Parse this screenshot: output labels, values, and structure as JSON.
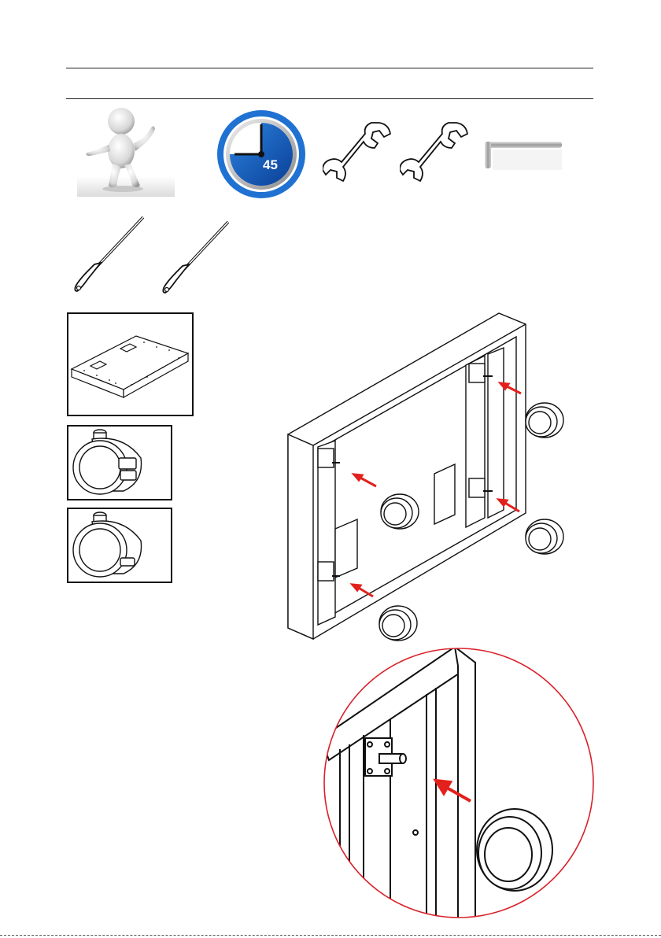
{
  "page": {
    "header_rule_top": "",
    "header_rule_bottom": ""
  },
  "tools": {
    "person_icon": "assembler-figure-icon",
    "timer": {
      "minutes": "45",
      "ring_color": "#1565c0"
    },
    "wrench_count_icons": [
      "open-end-wrench-icon",
      "open-end-wrench-icon"
    ],
    "hex_key_icon": "hex-key-icon",
    "screwdrivers": [
      "flat-screwdriver-icon",
      "phillips-screwdriver-icon"
    ]
  },
  "parts": [
    {
      "name": "base-panel",
      "icon": "base-panel-icon"
    },
    {
      "name": "locking-caster",
      "icon": "locking-caster-icon"
    },
    {
      "name": "caster",
      "icon": "caster-icon"
    }
  ],
  "colors": {
    "arrow": "#e3211c",
    "detail_circle": "#d9212a",
    "line": "#111111"
  }
}
